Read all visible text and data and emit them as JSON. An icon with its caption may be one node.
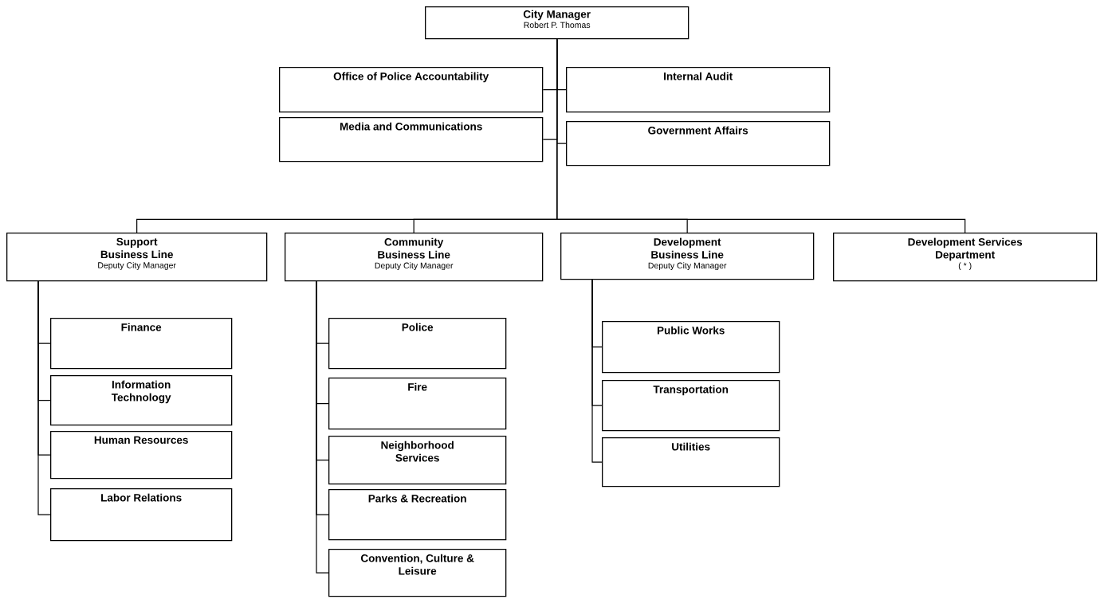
{
  "diagram": {
    "nodes": [
      {
        "text": [
          "City Manager",
          "Robert P. Thomas"
        ]
      },
      {
        "text": [
          "Office of Police Accountability"
        ]
      },
      {
        "text": [
          "Internal Audit"
        ]
      },
      {
        "text": [
          "Media and Communications"
        ]
      },
      {
        "text": [
          "Government Affairs"
        ]
      },
      {
        "text": [
          "Support Business Line",
          "Deputy City Manager"
        ]
      },
      {
        "text": [
          "Community Business Line",
          "Deputy City Manager"
        ]
      },
      {
        "text": [
          "Development Business Line",
          "Deputy City Manager"
        ]
      },
      {
        "text": [
          "Development Services Department",
          "( * )"
        ]
      },
      {
        "text": [
          "Finance"
        ]
      },
      {
        "text": [
          "Information Technology"
        ]
      },
      {
        "text": [
          "Human Resources"
        ]
      },
      {
        "text": [
          "Labor Relations"
        ]
      },
      {
        "text": [
          "Police"
        ]
      },
      {
        "text": [
          "Fire"
        ]
      },
      {
        "text": [
          "Neighborhood Services"
        ]
      },
      {
        "text": [
          "Parks & Recreation"
        ]
      },
      {
        "text": [
          "Convention, Culture & Leisure"
        ]
      },
      {
        "text": [
          "Public Works"
        ]
      },
      {
        "text": [
          "Transportation"
        ]
      },
      {
        "text": [
          "Utilities"
        ]
      }
    ],
    "edges": [
      {
        "from": 0,
        "to": 1,
        "arrow": "none"
      },
      {
        "from": 0,
        "to": 2,
        "arrow": "none"
      },
      {
        "from": 0,
        "to": 3,
        "arrow": "none"
      },
      {
        "from": 0,
        "to": 4,
        "arrow": "none"
      },
      {
        "from": 0,
        "to": 5,
        "arrow": "none"
      },
      {
        "from": 0,
        "to": 6,
        "arrow": "none"
      },
      {
        "from": 0,
        "to": 7,
        "arrow": "none"
      },
      {
        "from": 0,
        "to": 8,
        "arrow": "none"
      },
      {
        "from": 5,
        "to": 9,
        "arrow": "none"
      },
      {
        "from": 5,
        "to": 10,
        "arrow": "none"
      },
      {
        "from": 5,
        "to": 11,
        "arrow": "none"
      },
      {
        "from": 5,
        "to": 12,
        "arrow": "none"
      },
      {
        "from": 6,
        "to": 13,
        "arrow": "none"
      },
      {
        "from": 6,
        "to": 14,
        "arrow": "none"
      },
      {
        "from": 6,
        "to": 15,
        "arrow": "none"
      },
      {
        "from": 6,
        "to": 16,
        "arrow": "none"
      },
      {
        "from": 6,
        "to": 17,
        "arrow": "none"
      },
      {
        "from": 7,
        "to": 18,
        "arrow": "none"
      },
      {
        "from": 7,
        "to": 19,
        "arrow": "none"
      },
      {
        "from": 7,
        "to": 20,
        "arrow": "none"
      }
    ]
  }
}
